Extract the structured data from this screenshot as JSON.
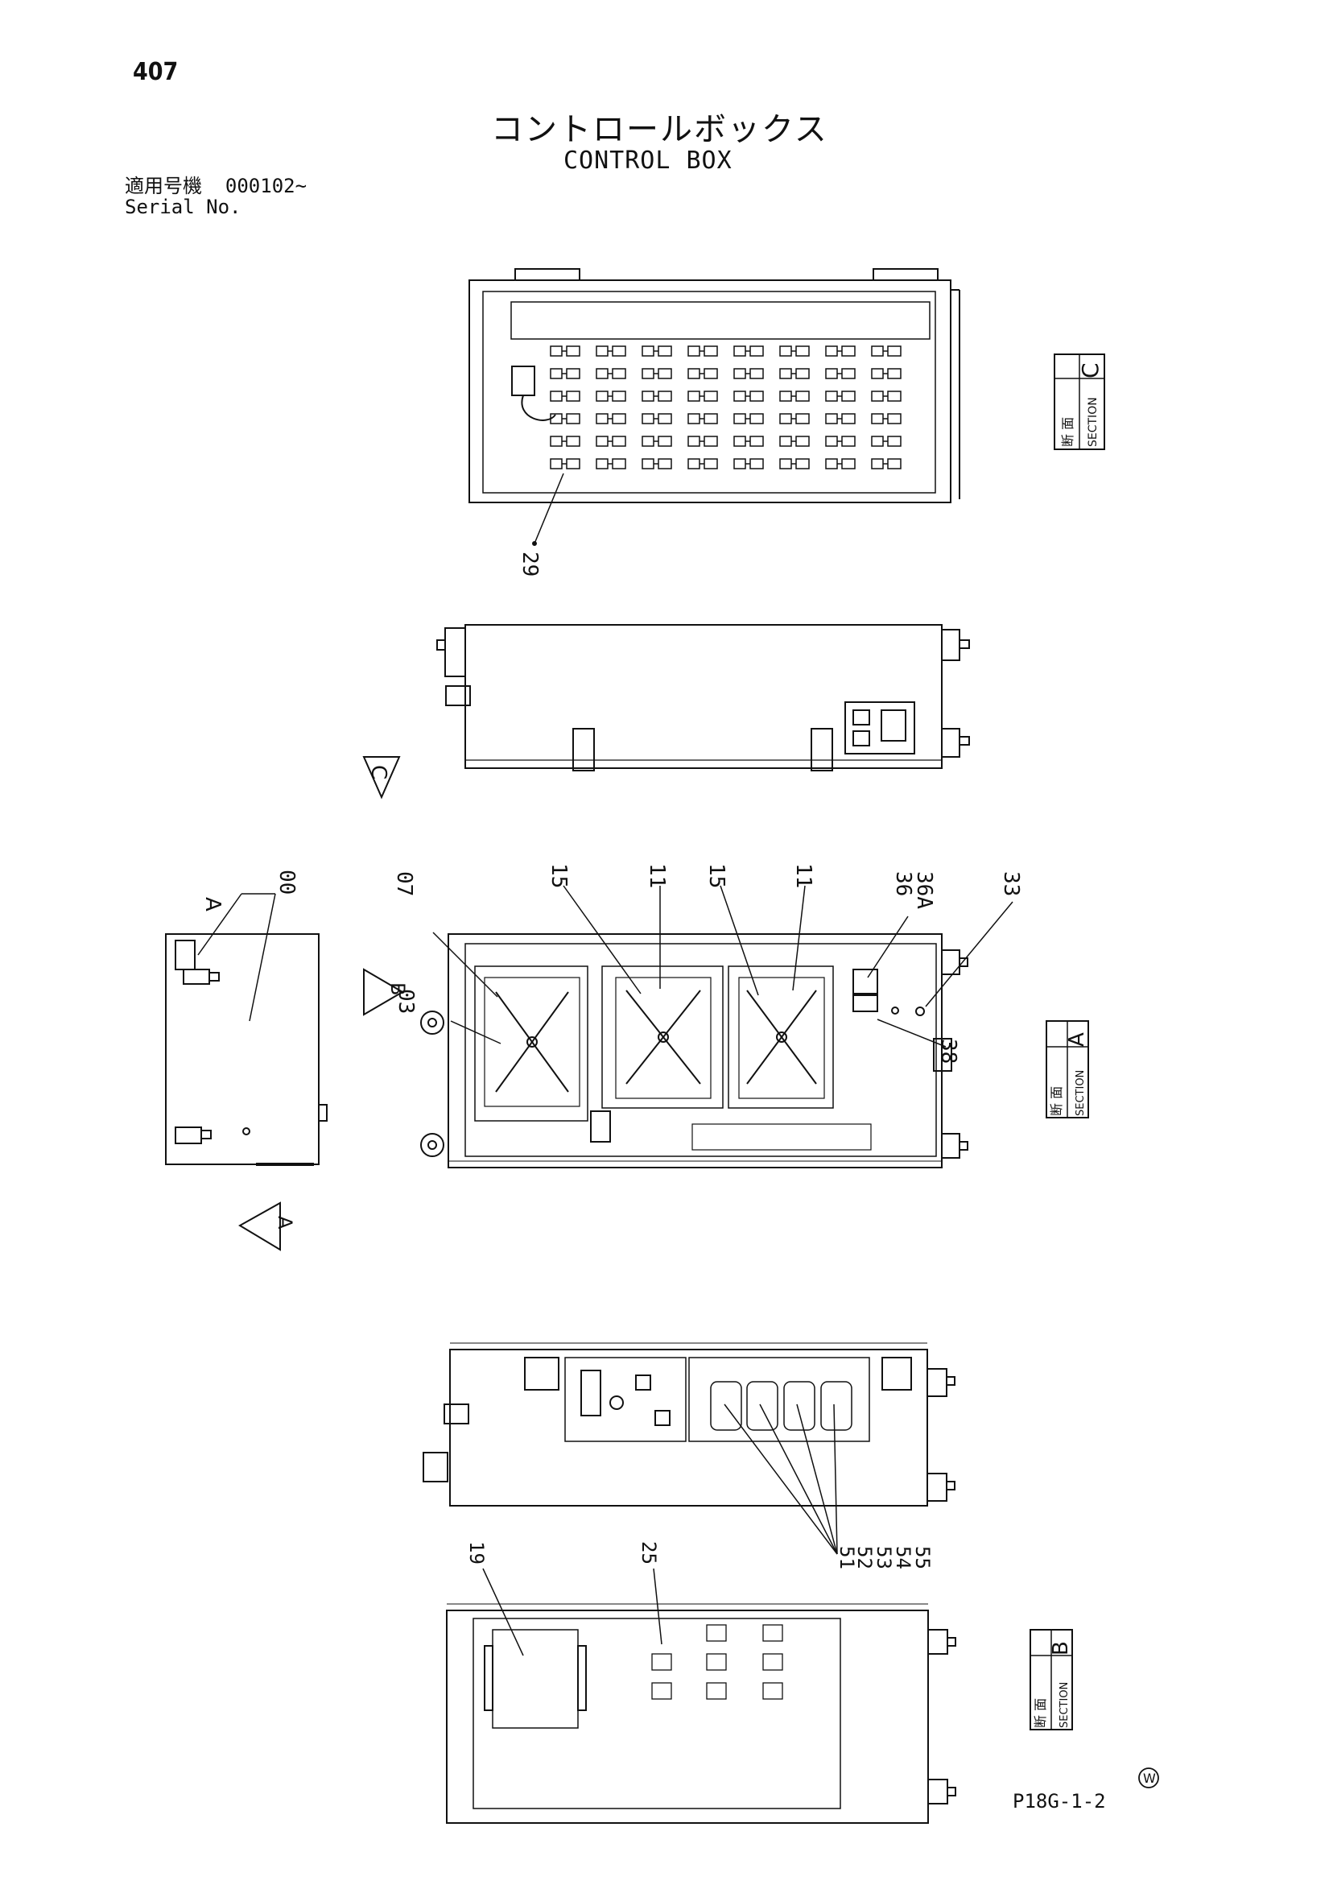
{
  "header": {
    "page_number": "407",
    "title_jp": "コントロールボックス",
    "title_en": "CONTROL BOX",
    "serial_label_jp": "適用号機",
    "serial_value": "000102~",
    "serial_label_en": "Serial No."
  },
  "sections": {
    "section_c": {
      "jp": "断 面",
      "en": "SECTION",
      "letter": "C"
    },
    "section_a": {
      "jp": "断 面",
      "en": "SECTION",
      "letter": "A"
    },
    "section_b": {
      "jp": "断 面",
      "en": "SECTION",
      "letter": "B"
    }
  },
  "view_arrows": {
    "c": "C",
    "b": "B",
    "a": "A"
  },
  "callouts": {
    "p29": "29",
    "p00": "00",
    "pA": "A",
    "p07": "07",
    "p03": "03",
    "p15a": "15",
    "p11a": "11",
    "p15b": "15",
    "p11b": "11",
    "p36": "36",
    "p36A": "36A",
    "p33": "33",
    "p38": "38",
    "p51": "51",
    "p52": "52",
    "p53": "53",
    "p54": "54",
    "p55": "55",
    "p19": "19",
    "p25": "25"
  },
  "footer": {
    "symbol": "W",
    "code": "P18G-1-2"
  }
}
